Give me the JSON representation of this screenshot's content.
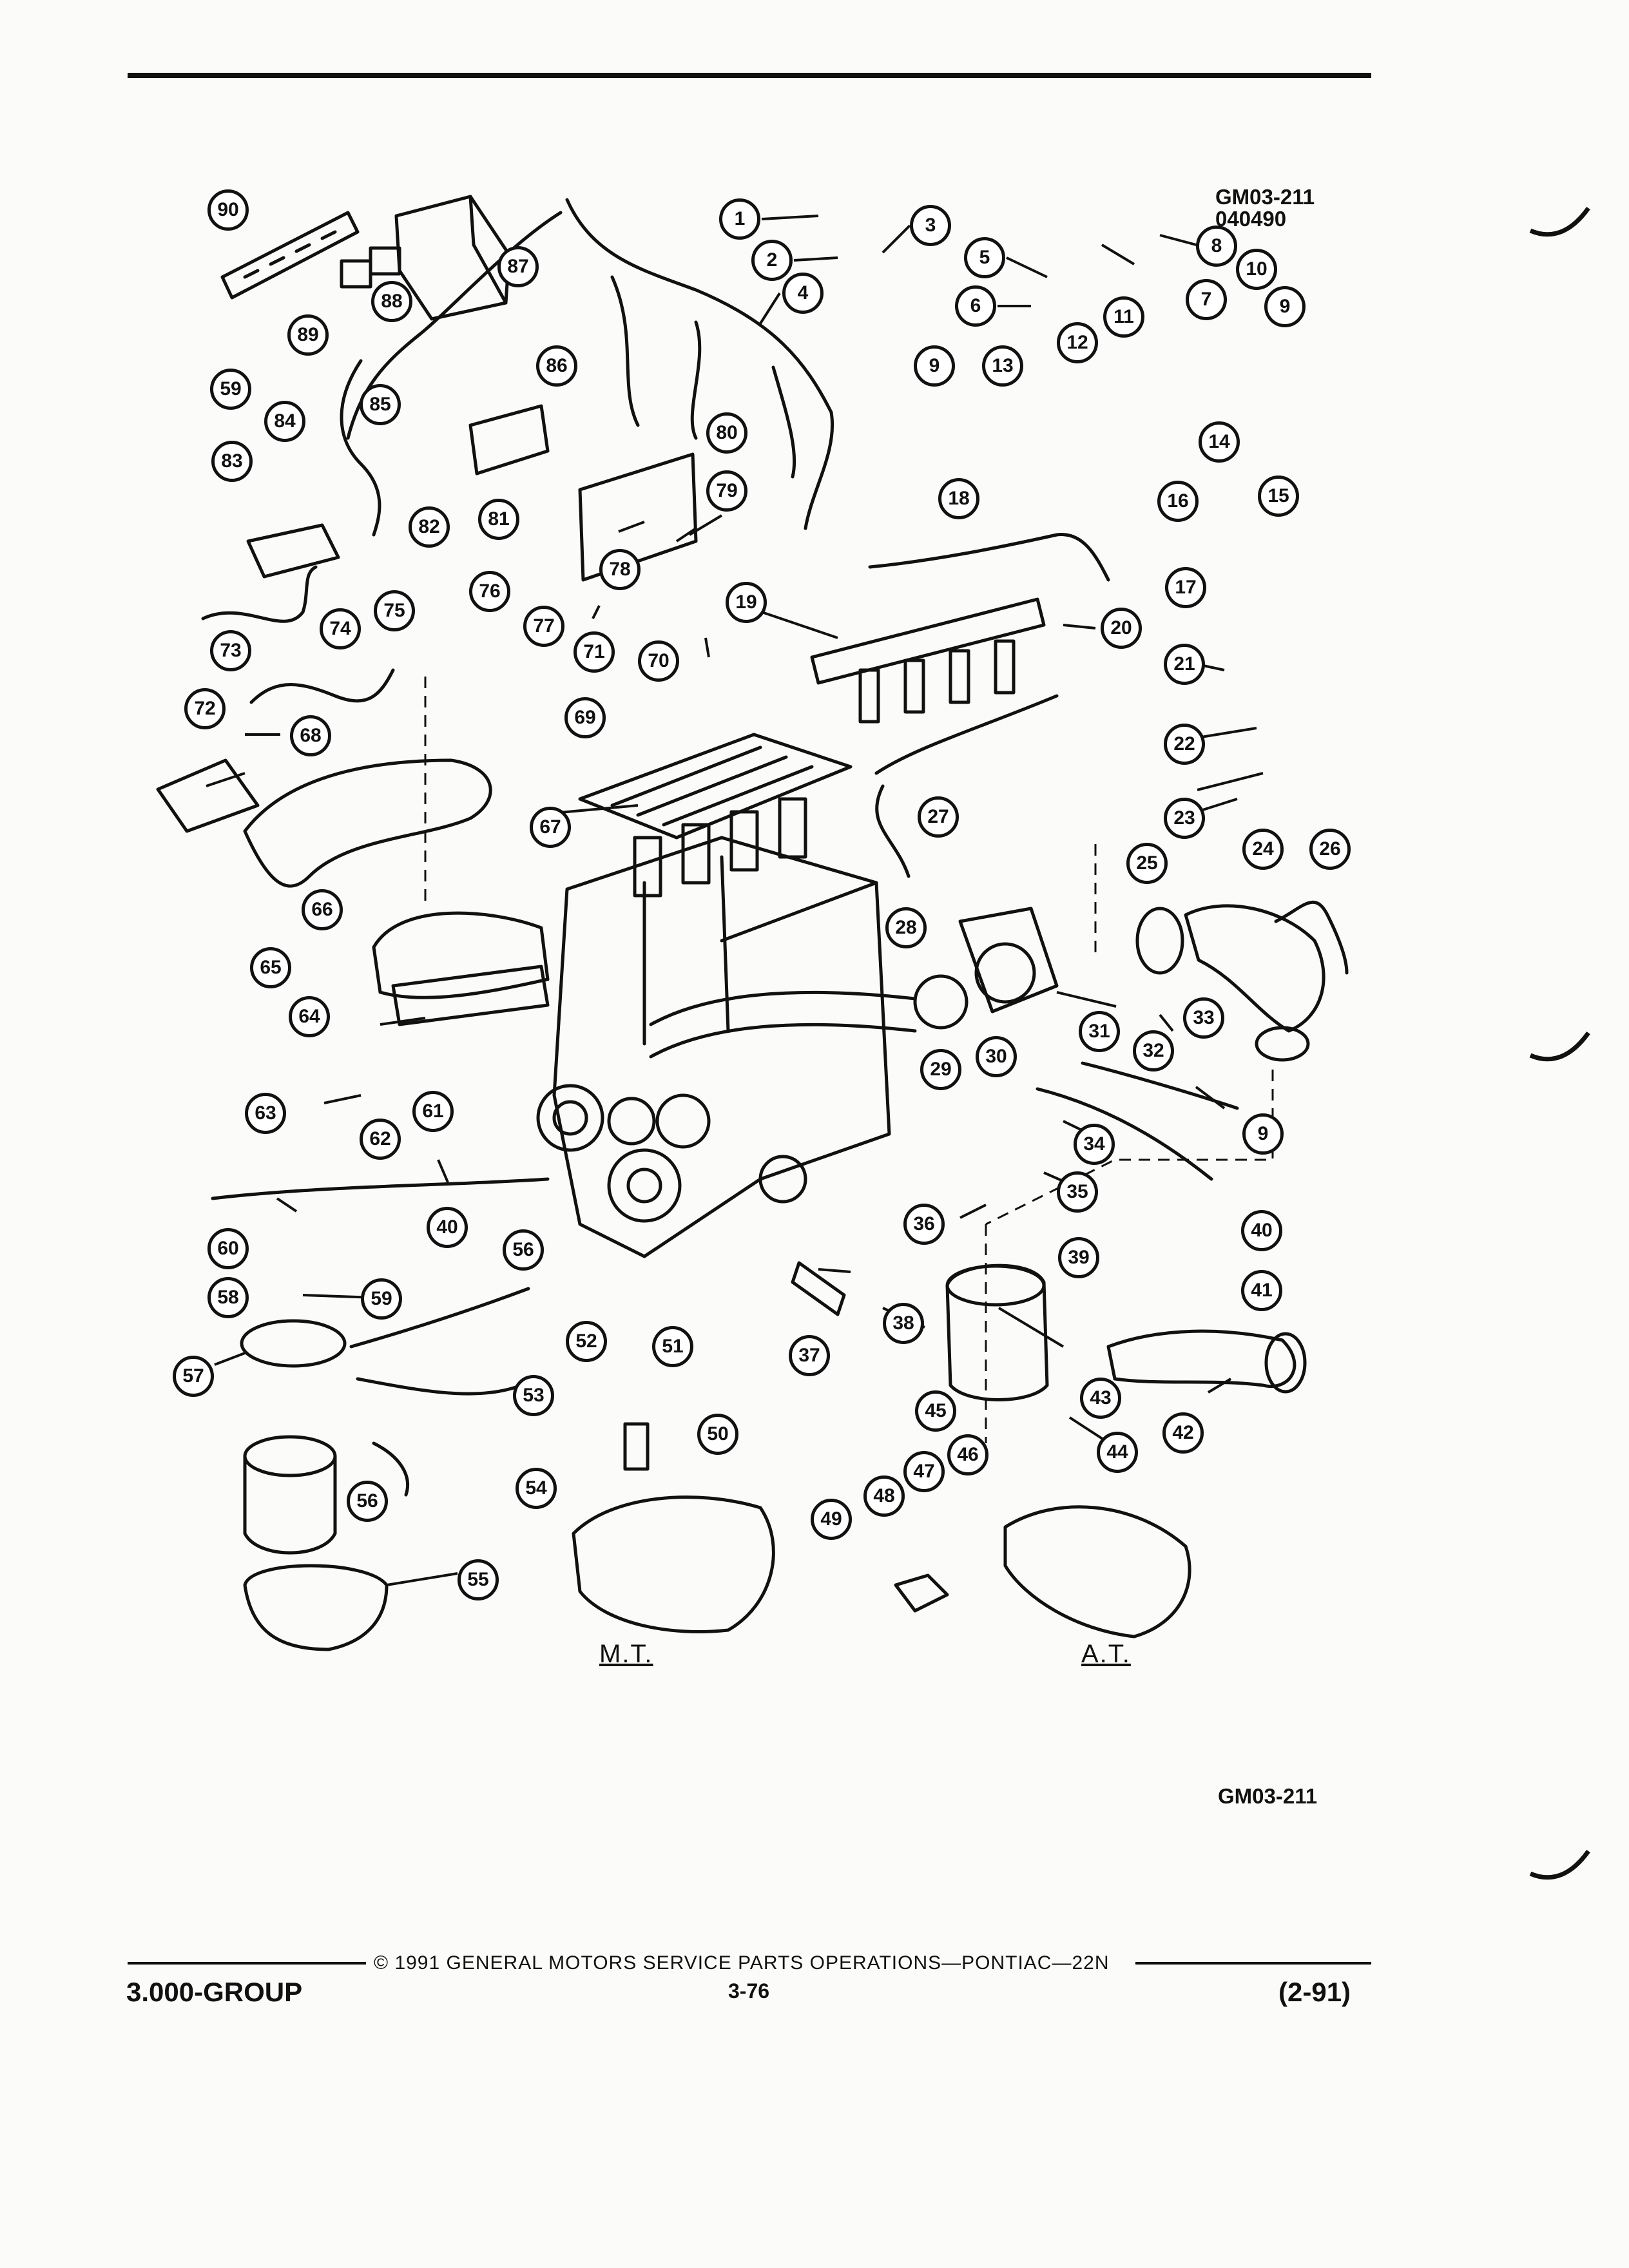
{
  "header": {
    "code": "GM03-211",
    "date_code": "040490"
  },
  "bottom_code": "GM03-211",
  "section_labels": {
    "manual": "M.T.",
    "automatic": "A.T."
  },
  "footer": {
    "copyright": "© 1991 GENERAL MOTORS SERVICE PARTS OPERATIONS—PONTIAC—22N",
    "group": "3.000-GROUP",
    "page": "3-76",
    "revision": "(2-91)"
  },
  "callouts": [
    "1",
    "2",
    "3",
    "4",
    "5",
    "6",
    "7",
    "8",
    "9",
    "9",
    "9",
    "10",
    "11",
    "12",
    "13",
    "14",
    "15",
    "16",
    "17",
    "18",
    "19",
    "20",
    "21",
    "22",
    "23",
    "24",
    "25",
    "26",
    "27",
    "28",
    "29",
    "30",
    "31",
    "32",
    "33",
    "34",
    "35",
    "36",
    "37",
    "38",
    "39",
    "40",
    "40",
    "41",
    "42",
    "43",
    "44",
    "45",
    "46",
    "47",
    "48",
    "49",
    "50",
    "51",
    "52",
    "53",
    "54",
    "55",
    "56",
    "56",
    "57",
    "58",
    "59",
    "59",
    "60",
    "61",
    "62",
    "63",
    "64",
    "65",
    "66",
    "67",
    "68",
    "69",
    "70",
    "71",
    "72",
    "73",
    "74",
    "75",
    "76",
    "77",
    "78",
    "79",
    "80",
    "81",
    "82",
    "83",
    "84",
    "85",
    "86",
    "87",
    "88",
    "89",
    "90"
  ]
}
